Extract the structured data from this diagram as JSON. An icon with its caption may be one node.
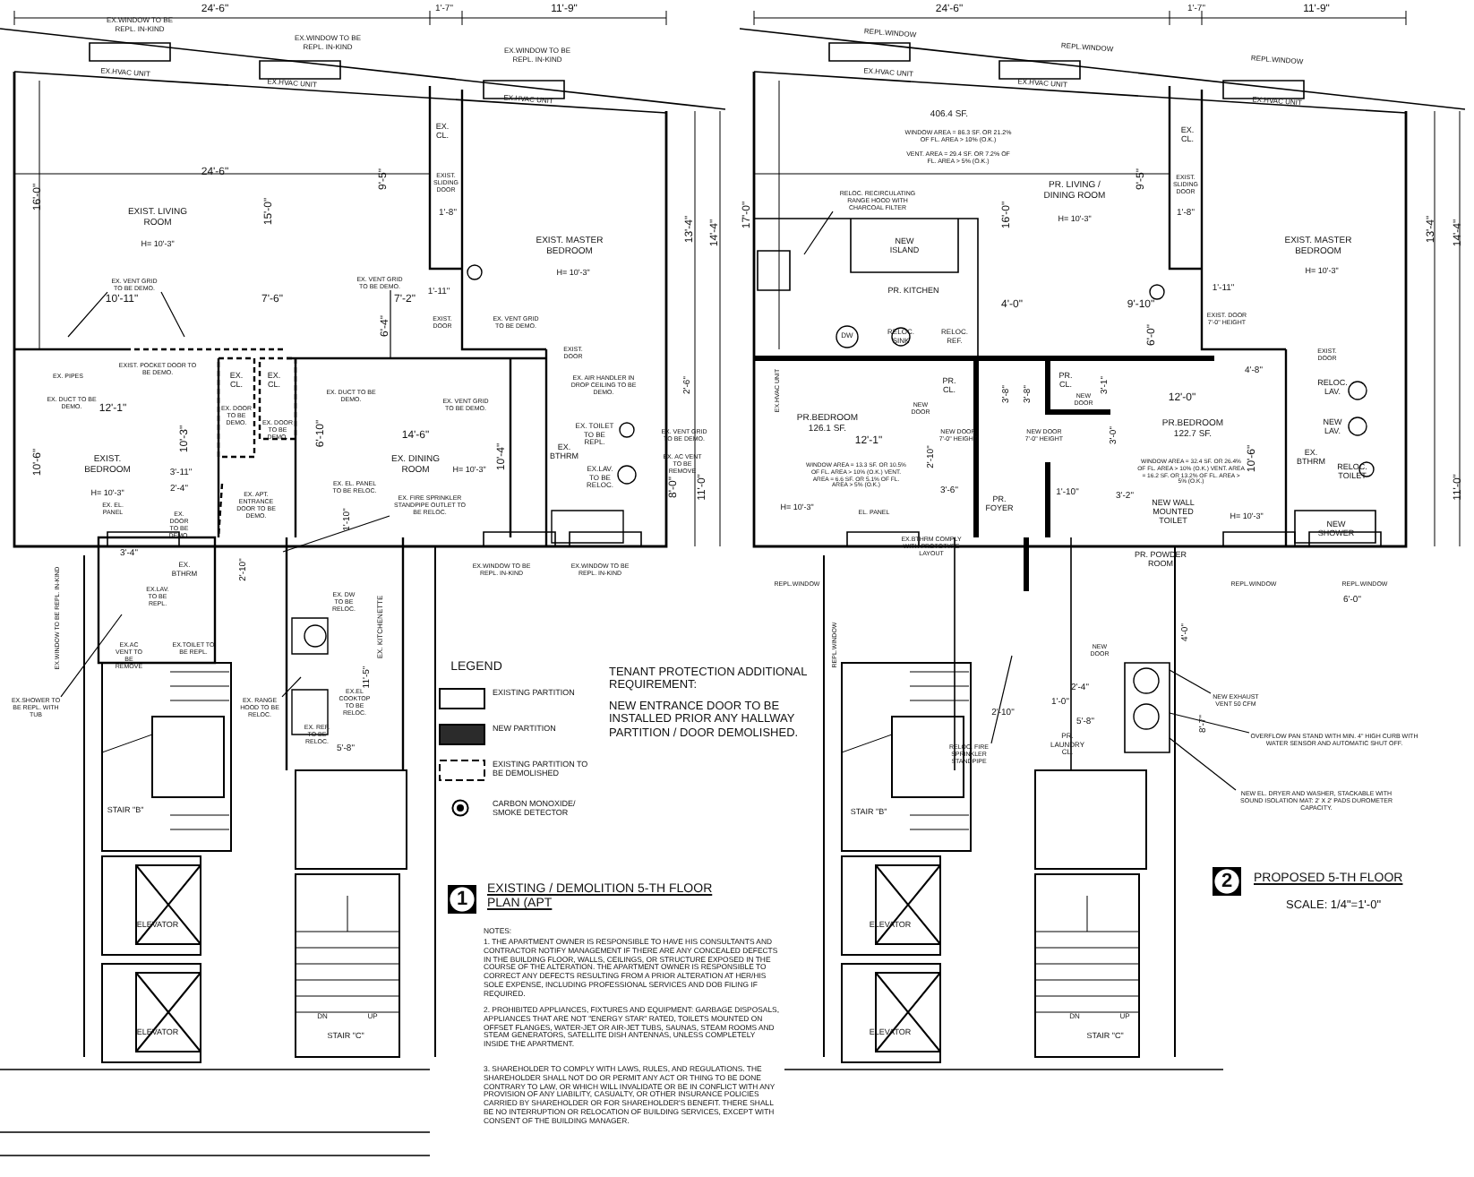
{
  "diagram": {
    "nodes": [
      {
        "text": [
          "EX. VENT GRID TO BE DEMO."
        ]
      },
      {
        "text": [
          "EX. VENT GRID TO BE DEMO."
        ]
      },
      {
        "text": [
          "EX. FIRE SPRINKLER STANDPIPE OUTLET TO BE RELOC."
        ]
      },
      {
        "text": [
          "EX.SHOWER TO BE REPL. WITH TUB"
        ]
      },
      {
        "text": [
          "EX. RANGE HOOD TO BE RELOC."
        ]
      },
      {
        "text": [
          "RELOC. RECIRCULATING RANGE HOOD WITH CHARCOAL FILTER"
        ]
      },
      {
        "text": [
          "RELOC. FIRE SPRINKLER STANDPIPE"
        ]
      },
      {
        "text": [
          "NEW EXHAUST VENT 50 CFM"
        ]
      },
      {
        "text": [
          "OVERFLOW PAN STAND WITH MIN. 4\" HIGH CURB WITH WATER SENSOR AND AUTOMATIC SHUT OFF."
        ]
      },
      {
        "text": [
          "NEW EL. DRYER AND WASHER, STACKABLE WITH SOUND ISOLATION MAT: 2' X 2' PADS DUROMETER CAPACITY."
        ]
      }
    ],
    "edges": [
      {
        "from": 0,
        "to": null,
        "arrow": "none"
      },
      {
        "from": 0,
        "to": null,
        "arrow": "none"
      },
      {
        "from": 1,
        "to": null,
        "arrow": "none"
      },
      {
        "from": 2,
        "to": null,
        "arrow": "none"
      },
      {
        "from": 3,
        "to": null,
        "arrow": "none"
      },
      {
        "from": 4,
        "to": null,
        "arrow": "none"
      },
      {
        "from": 5,
        "to": null,
        "arrow": "none"
      },
      {
        "from": 6,
        "to": null,
        "arrow": "none"
      },
      {
        "from": 7,
        "to": null,
        "arrow": "none"
      },
      {
        "from": 8,
        "to": null,
        "arrow": "none"
      },
      {
        "from": 9,
        "to": null,
        "arrow": "none"
      }
    ],
    "labels": [
      "24'-6\"",
      "1'-7\"",
      "11'-9\"",
      "EX.WINDOW TO BE REPL. IN-KIND",
      "EX.WINDOW TO BE REPL. IN-KIND",
      "EX.WINDOW TO BE REPL. IN-KIND",
      "EX.HVAC UNIT",
      "EX.HVAC UNIT",
      "EX.HVAC UNIT",
      "EX. CL.",
      "24'-6\"",
      "16'-0\"",
      "15'-0\"",
      "9'-5\"",
      "EXIST. LIVING ROOM",
      "H= 10'-3\"",
      "EXIST. SLIDING DOOR",
      "1'-8\"",
      "EXIST. MASTER BEDROOM",
      "H= 10'-3\"",
      "13'-4\"",
      "14'-4\"",
      "10'-11\"",
      "7'-6\"",
      "7'-2\"",
      "1'-11\"",
      "6'-4\"",
      "EXIST. DOOR",
      "EX. VENT GRID TO BE DEMO.",
      "EXIST. POCKET DOOR TO BE DEMO.",
      "EX. PIPES",
      "EX. DUCT TO BE DEMO.",
      "EX. CL.",
      "EX. CL.",
      "EX. DOOR TO BE DEMO.",
      "EX. DOOR TO BE DEMO.",
      "12'-1\"",
      "10'-6\"",
      "10'-3\"",
      "6'-10\"",
      "EX. DUCT TO BE DEMO.",
      "EX. VENT GRID TO BE DEMO.",
      "EXIST. DOOR",
      "EX. AIR HANDLER IN DROP CEILING TO BE DEMO.",
      "14'-6\"",
      "10'-4\"",
      "EXIST. BEDROOM",
      "H= 10'-3\"",
      "EX. DINING ROOM",
      "H= 10'-3\"",
      "EX. TOILET TO BE REPL.",
      "EX. BTHRM",
      "EX. VENT GRID TO BE DEMO.",
      "EX. AC VENT TO BE REMOVE",
      "EX.LAV. TO BE RELOC.",
      "2'-6\"",
      "8'-0\"",
      "11'-0\"",
      "EX. EL. PANEL TO BE RELOC.",
      "EX. APT. ENTRANCE DOOR TO BE DEMO.",
      "3'-11\"",
      "2'-4\"",
      "EX. EL. PANEL",
      "EX. DOOR TO BE DEMO.",
      "EX. BTHRM",
      "3'-4\"",
      "2'-10\"",
      "1'-10\"",
      "EX. DW TO BE RELOC.",
      "EX.WINDOW TO BE REPL. IN-KIND",
      "EX.WINDOW TO BE REPL. IN-KIND",
      "EX. KITCHENETTE",
      "EX.WINDOW TO BE REPL. IN-KIND",
      "EX.LAV. TO BE REPL.",
      "EX.AC VENT TO BE REMOVE",
      "EX.TOILET TO BE REPL.",
      "EX.EL COOKTOP TO BE RELOC.",
      "EX. REF. TO BE RELOC.",
      "5'-8\"",
      "11'-5\"",
      "STAIR \"B\"",
      "ELEVATOR",
      "ELEVATOR",
      "DN",
      "UP",
      "STAIR \"C\"",
      "LEGEND",
      "TENANT PROTECTION ADDITIONAL REQUIREMENT:",
      "NEW ENTRANCE DOOR TO BE INSTALLED PRIOR ANY HALLWAY PARTITION / DOOR DEMOLISHED.",
      "1",
      "EXISTING / DEMOLITION 5-TH FLOOR PLAN (APT",
      "NOTES:",
      "1. THE APARTMENT OWNER IS RESPONSIBLE TO HAVE HIS CONSULTANTS AND CONTRACTOR NOTIFY MANAGEMENT IF THERE ARE ANY CONCEALED DEFECTS IN THE BUILDING FLOOR, WALLS, CEILINGS, OR STRUCTURE EXPOSED IN THE COURSE OF THE ALTERATION. THE APARTMENT OWNER IS RESPONSIBLE TO CORRECT ANY DEFECTS RESULTING FROM A PRIOR ALTERATION AT HER/HIS SOLE EXPENSE, INCLUDING PROFESSIONAL SERVICES AND DOB FILING IF REQUIRED.",
      "2. PROHIBITED APPLIANCES, FIXTURES AND EQUIPMENT: GARBAGE DISPOSALS, APPLIANCES THAT ARE NOT \"ENERGY STAR\" RATED, TOILETS MOUNTED ON OFFSET FLANGES, WATER-JET OR AIR-JET TUBS, SAUNAS, STEAM ROOMS AND STEAM GENERATORS, SATELLITE DISH ANTENNAS, UNLESS COMPLETELY INSIDE THE APARTMENT.",
      "3. SHAREHOLDER TO COMPLY WITH LAWS, RULES, AND REGULATIONS. THE SHAREHOLDER SHALL NOT DO OR PERMIT ANY ACT OR THING TO BE DONE CONTRARY TO LAW, OR WHICH WILL INVALIDATE OR BE IN CONFLICT WITH ANY PROVISION OF ANY LIABILITY, CASUALTY, OR OTHER INSURANCE POLICIES CARRIED BY SHAREHOLDER OR FOR SHAREHOLDER'S BENEFIT. THERE SHALL BE NO INTERRUPTION OR RELOCATION OF BUILDING SERVICES, EXCEPT WITH CONSENT OF THE BUILDING MANAGER.",
      "24'-6\"",
      "1'-7\"",
      "11'-9\"",
      "REPL.WINDOW",
      "REPL.WINDOW",
      "REPL.WINDOW",
      "EX.HVAC UNIT",
      "EX.HVAC UNIT",
      "EX.HVAC UNIT",
      "EX. CL.",
      "406.4 SF.",
      "WINDOW AREA = 86.3 SF. OR 21.2% OF FL. AREA > 10% (O.K.)",
      "VENT. AREA = 29.4 SF. OR 7.2% OF FL. AREA > 5% (O.K.)",
      "17'-0\"",
      "16'-0\"",
      "9'-5\"",
      "PR. LIVING / DINING ROOM",
      "H= 10'-3\"",
      "EXIST. SLIDING DOOR",
      "1'-8\"",
      "EXIST. MASTER BEDROOM",
      "H= 10'-3\"",
      "13'-4\"",
      "14'-4\"",
      "NEW ISLAND",
      "PR. KITCHEN",
      "4'-0\"",
      "9'-10\"",
      "6'-0\"",
      "1'-11\"",
      "EXIST. DOOR 7'-0\" HEIGHT",
      "DW",
      "RELOC. SINK",
      "RELOC. REF.",
      "EXIST. DOOR",
      "4'-8\"",
      "EX.HVAC UNIT",
      "PR. CL.",
      "NEW DOOR",
      "3'-8\"",
      "3'-8\"",
      "PR. CL.",
      "NEW DOOR",
      "3'-1\"",
      "12'-0\"",
      "RELOC. LAV.",
      "NEW LAV.",
      "EX. BTHRM",
      "RELOC. TOILET",
      "NEW SHOWER",
      "11'-0\"",
      "PR.BEDROOM 126.1 SF.",
      "12'-1\"",
      "WINDOW AREA = 13.3 SF. OR 10.5% OF FL. AREA > 10% (O.K.) VENT. AREA = 6.6 SF. OR 5.1% OF FL. AREA > 5% (O.K.)",
      "H= 10'-3\"",
      "EL. PANEL",
      "NEW DOOR 7'-0\" HEIGHT",
      "NEW DOOR 7'-0\" HEIGHT",
      "2'-10\"",
      "3'-0\"",
      "PR.BEDROOM 122.7 SF.",
      "WINDOW AREA = 32.4 SF. OR 26.4% OF FL. AREA > 10% (O.K.) VENT. AREA = 16.2 SF. OR 13.2% OF FL. AREA > 5% (O.K.)",
      "10'-6\"",
      "H= 10'-3\"",
      "PR. FOYER",
      "3'-6\"",
      "1'-10\"",
      "3'-2\"",
      "NEW WALL MOUNTED TOILET",
      "PR. POWDER ROOM",
      "EX.BTHRM COMPLY WITH PROTOTYPE LAYOUT",
      "REPL.WINDOW",
      "REPL.WINDOW",
      "REPL.WINDOW",
      "REPL.WINDOW",
      "NEW DOOR",
      "2'-4\"",
      "1'-0\"",
      "5'-8\"",
      "2'-10\"",
      "PR. LAUNDRY CL.",
      "4'-0\"",
      "8'-7\"",
      "6'-0\"",
      "STAIR \"B\"",
      "ELEVATOR",
      "ELEVATOR",
      "DN",
      "UP",
      "STAIR \"C\"",
      "2",
      "PROPOSED 5-TH FLOOR",
      "SCALE: 1/4\"=1'-0\""
    ],
    "legend": [
      {
        "text": "EXISTING PARTITION"
      },
      {
        "text": "NEW PARTITION"
      },
      {
        "text": "EXISTING PARTITION TO BE DEMOLISHED"
      },
      {
        "text": "CARBON MONOXIDE/ SMOKE DETECTOR"
      }
    ]
  }
}
